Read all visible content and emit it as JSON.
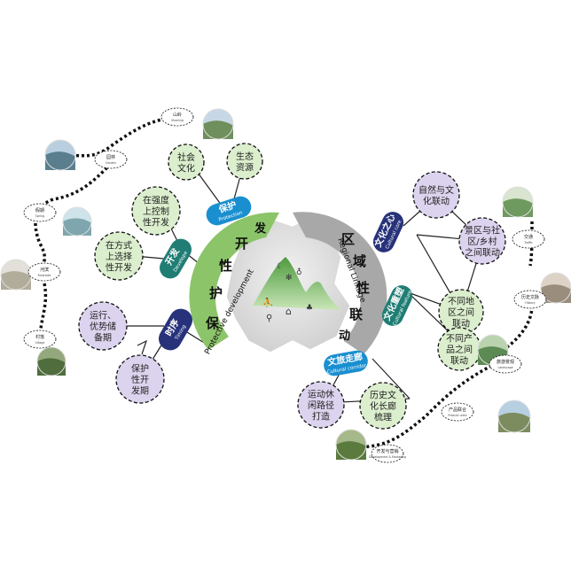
{
  "center": {
    "left_arc": {
      "cn": [
        "保",
        "护",
        "性",
        "开",
        "发"
      ],
      "en": "Protective development"
    },
    "right_arc": {
      "cn": [
        "区",
        "域",
        "性",
        "联",
        "动"
      ],
      "en": "Regional Linkage"
    }
  },
  "tags": {
    "protection": {
      "cn": "保护",
      "en": "Protection"
    },
    "develop": {
      "cn": "开发",
      "en": "Develope"
    },
    "timing": {
      "cn": "时序",
      "en": "Timing"
    },
    "cultural_core": {
      "cn": "文化之心",
      "en": "Cultural core"
    },
    "cultural_feature": {
      "cn": "文化重塑",
      "en": "Cultural feature"
    },
    "cultural_corridor": {
      "cn": "文旅走廊",
      "en": "Cultural corridor"
    }
  },
  "bubbles": {
    "social_culture": [
      "社会",
      "文化"
    ],
    "eco_resource": [
      "生态",
      "资源"
    ],
    "strict_control": [
      "在强度",
      "上控制",
      "性开发"
    ],
    "select_mode": [
      "在方式",
      "上选择",
      "性开发"
    ],
    "operation": [
      "运行、",
      "优势储",
      "备期"
    ],
    "protective_dev": [
      "保护",
      "性开",
      "发期"
    ],
    "nature_culture": [
      "自然与文",
      "化联动"
    ],
    "scenic_link": [
      "景区与社",
      "区/乡村",
      "之间联动"
    ],
    "region_link": [
      "不同地",
      "区之间",
      "联动"
    ],
    "product_link": [
      "不同产",
      "品之间",
      "联动"
    ],
    "sports_route": [
      "运动休",
      "闲路径",
      "打造"
    ],
    "heritage_corridor": [
      "历史文",
      "化长廊",
      "梳理"
    ]
  },
  "photo_labels": {
    "shanling": {
      "cn": "山岭",
      "en": "Shanling"
    },
    "yuanlin": {
      "cn": "园林",
      "en": "Garden"
    },
    "jiaqi": {
      "cn": "假期",
      "en": "Spring"
    },
    "hebin": {
      "cn": "河滨",
      "en": "Riverside"
    },
    "cunluo": {
      "cn": "村落",
      "en": "Village"
    },
    "jiaotong": {
      "cn": "交通",
      "en": "Traffic"
    },
    "lishi": {
      "cn": "历史文脉",
      "en": "History"
    },
    "fangqiu": {
      "cn": "旅游景观",
      "en": "Landscape"
    },
    "product": {
      "cn": "产品联合",
      "en": "Product unite"
    },
    "dev": {
      "cn": "开发与营销",
      "en": "Development & Marketing"
    }
  },
  "colors": {
    "green": "#8cc46a",
    "gray": "#a8a8a8",
    "teal": "#1f7d74",
    "navy": "#27327a",
    "blue": "#1a8fd0",
    "bubble_green": "#dbeecd",
    "bubble_purple": "#dcd3ee",
    "line": "#222222"
  }
}
